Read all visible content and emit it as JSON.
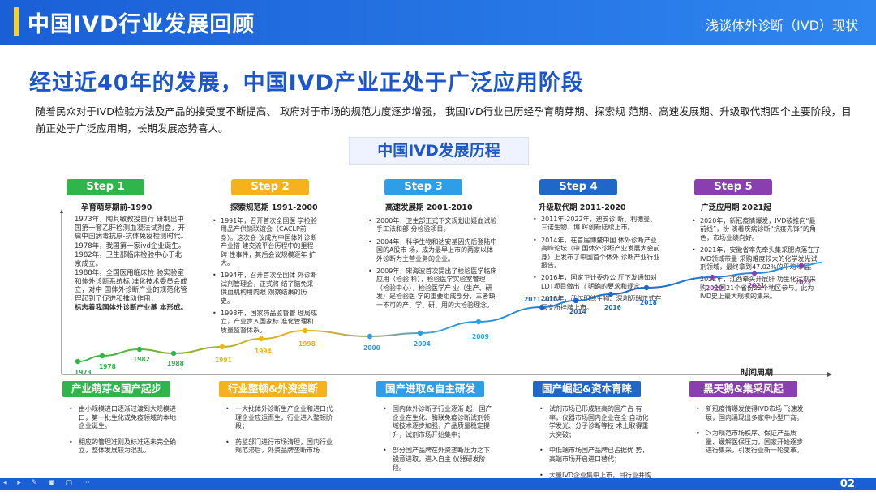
{
  "header": {
    "title": "中国IVD行业发展回顾",
    "right_title": "浅谈体外诊断（IVD）现状"
  },
  "headline": "经过近40年的发展，中国IVD产业正处于广泛应用阶段",
  "intro": "随着民众对于IVD检验方法及产品的接受度不断提高、 政府对于市场的规范力度逐步增强， 我国IVD行业已历经孕育萌芽期、探索规 范期、高速发展期、升级取代期四个主要阶段，目前正处于广泛应用期，长期发展态势喜人。",
  "history_title": "中国IVD发展历程",
  "steps": [
    {
      "label": "Step 1",
      "period": "孕育萌芽期前-1990",
      "color": "#2fb54a"
    },
    {
      "label": "Step 2",
      "period": "探索规范期 1991-2000",
      "color": "#f5b21c"
    },
    {
      "label": "Step 3",
      "period": "高速发展期 2001-2010",
      "color": "#2e9ee6"
    },
    {
      "label": "Step 4",
      "period": "升级取代期  2011-2020",
      "color": "#1f67c8"
    },
    {
      "label": "Step 5",
      "period": "广泛应用期     2021起",
      "color": "#8a3fb0"
    }
  ],
  "col1": [
    {
      "t": "1973年，陶其敏教授自行 研制出中国第一套乙肝检测血凝法试剂盒，开启中国病毒抗原-抗体免疫检测时代。"
    },
    {
      "t": "1978年，我国第一家ivd企业诞生。"
    },
    {
      "t": "1982年，卫生部临床检验中心于北京成立。"
    },
    {
      "t": "1988年，全国医用临床检 验实验室和体外诊断系统标 准化技术委员会成立，对中 国体外诊断产业的规范化管 理起到了促进和推动作用，"
    },
    {
      "t": "标志着我国体外诊断产业基 本形成。",
      "b": true
    }
  ],
  "col2": [
    "1991年，召开首次全国医 学检验用品产供销联谊会（CACLP前身）。这次会 议成为中国体外诊断产业搭 建交流平台历程中的里程碑 性事件，其后会议规模逐年 扩大。",
    "1994年，召开首次全国体 外诊断试剂管理会，正式将 结了脑免采供血机构用肉眼 观察结果的历史。",
    "1998年，国家药品监督管 理局成立，产业步入国家标 准化管理和质量监督体系。"
  ],
  "col3": [
    "2000年，卫生部正式下文规划出疑血试验手工法和部 分检验项目。",
    "2004年，科华生物和达安基因先后登陆中国的A股市 场，成为最早上市的两家以体外诊断为主营业务的企业。",
    "2009年，宋海波首次提出了检验医学临床应用（检验 科），检验医学实验室管理（检验中心），检验医学产 业（生产、研发）是检验医 学的重要组成部分，三者缺 一不可的产、学、研、用的大检验理念。"
  ],
  "col4": [
    "2011年-2022年，迪安诊 断、利德曼、三诺生物、博 晖创新陆续上市。",
    "2014年，在首届博鳌中国 体外诊断产业高峰论坛（中 国体外诊断产业发展大会前身）上发布了中国首个体外 诊断产业行业报告。",
    "2016年，国家卫计委办公 厅下发通知对LDT项目做出 了明确的要求和规定。",
    "2018年，武汉明德生物、深圳迈瑞正式在深交所挂牌上市。"
  ],
  "col5": [
    "2020年，新冠疫情爆发，IVD被推向“最前线”，扮 演着疾病诊断“抗疫先锋”的角色，市场业绩向好。",
    "2021年，安徽省率先牵头集采肥点落在了IVD领域带量 采购难度较大的化学发光试剂领域，最终拿到47.02%的平均降幅。",
    "2022年，江西牵头开展肝 功生化试剂采购，全国21个省份22个地区参与。此为IVD史上最大规模的集采。"
  ],
  "years": [
    "1973",
    "1978",
    "1982",
    "1988",
    "1991",
    "1994",
    "1998",
    "2000",
    "2004",
    "2009",
    "2011-2012",
    "2014",
    "2016",
    "2018",
    "2020",
    "2021",
    "2022"
  ],
  "time_axis_label": "时间周期",
  "categories": [
    {
      "label": "产业萌芽&国产起步",
      "bg": "#2fb54a",
      "fg": "#ffffff"
    },
    {
      "label": "行业整顿&外资垄断",
      "bg": "#f5b21c",
      "fg": "#ffffff"
    },
    {
      "label": "国产进取&自主研发",
      "bg": "#2e9ee6",
      "fg": "#ffffff"
    },
    {
      "label": "国产崛起&资本青睐",
      "bg": "#1f67c8",
      "fg": "#ffffff"
    },
    {
      "label": "黑天鹅&集采风起",
      "bg": "#8a3fb0",
      "fg": "#ffffff"
    }
  ],
  "bottom": [
    [
      "由小规模进口逐渐过渡到大规模进口，第一批生化或免疫领域的本地企业诞生。",
      "相应的管理准则及标准还未完全确立，整体发展较为混乱。"
    ],
    [
      "一大批体外诊断生产企业和进口代理企业应运而生，行业进入整顿阶段；",
      "药监部门进行市场清理，国内行业规范滞后，外资品牌垄断市场"
    ],
    [
      "国内体外诊断子行业逐渐 起，国产企业在生化、酶联免疫诊断试剂领域技术逐步加强，产品质量稳定提升，试剂市场开始集中；",
      "部分国产品牌在外资垄断压力之下锐意进取，进入自主 仪器研发阶段。"
    ],
    [
      "试剂市场已形成较高的国产占 有率，仪器市场国内企业在全 自动化学发光、分子诊断等技 术上取得重大突破；",
      "中低端市场国产品牌已占据优 势，高端市场开启进口替代；",
      "大量IVD企业集中上市，目行业并购活跃。"
    ],
    [
      "新冠疫情爆发使得IVD市场 飞速发展，国内涌现出多家中小型厂商。",
      "＞为规范市场秩序、保证产品质量、缓解医保压力，国家开始逐步进行集采，引发行业新一轮变革。"
    ]
  ],
  "footer": {
    "page": "02",
    "icons": "◂ ▸ ✎ ▣ ▢ ⋯"
  }
}
